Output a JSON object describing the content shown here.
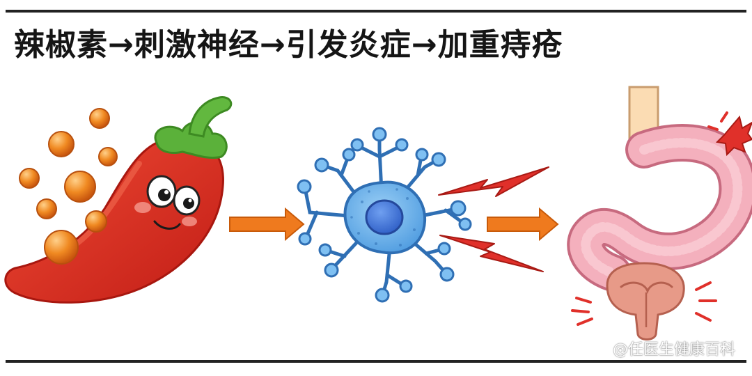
{
  "title": "辣椒素→刺激神经→引发炎症→加重痔疮",
  "stages": [
    {
      "name": "chili-pepper",
      "icon": "chili-pepper-icon"
    },
    {
      "name": "nerve-cell",
      "icon": "nerve-cell-icon"
    },
    {
      "name": "digestive-tract",
      "icon": "stomach-intestine-icon"
    }
  ],
  "watermark": "@任医生健康百科",
  "colors": {
    "pepper": "#d8281e",
    "stem": "#5bb13a",
    "drops": "#e8751a",
    "neuron": "#4a9be0",
    "nucleus": "#3a6fd0",
    "arrow": "#ef7a1e",
    "bolt": "#e0302a",
    "gut": "#f2a6b3",
    "frame": "#222222"
  }
}
